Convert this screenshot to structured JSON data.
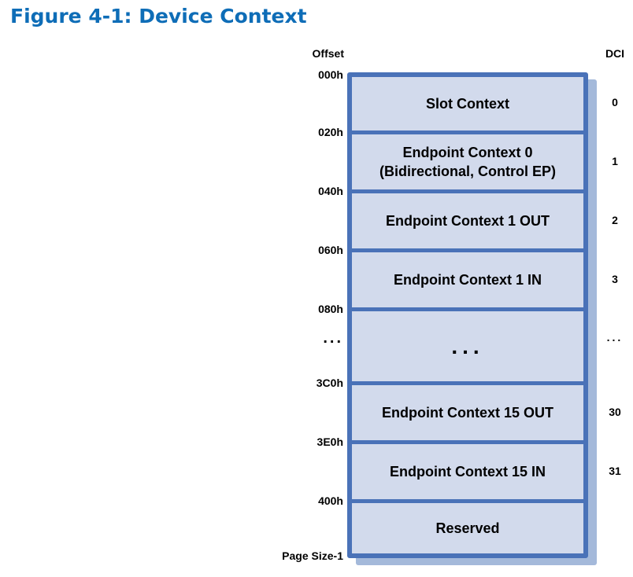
{
  "figure_title": "Figure 4-1: Device Context",
  "headers": {
    "offset": "Offset",
    "dci": "DCI"
  },
  "rows": [
    {
      "offset": "000h",
      "label": "Slot Context",
      "dci": "0"
    },
    {
      "offset": "020h",
      "label": "Endpoint Context 0\n(Bidirectional, Control EP)",
      "dci": "1"
    },
    {
      "offset": "040h",
      "label": "Endpoint Context 1 OUT",
      "dci": "2"
    },
    {
      "offset": "060h",
      "label": "Endpoint Context 1 IN",
      "dci": "3"
    },
    {
      "offset": "080h",
      "offset_ellipsis": "...",
      "label": "...",
      "dci": "..."
    },
    {
      "offset": "3C0h",
      "label": "Endpoint Context 15 OUT",
      "dci": "30"
    },
    {
      "offset": "3E0h",
      "label": "Endpoint Context 15 IN",
      "dci": "31"
    },
    {
      "offset": "400h",
      "label": "Reserved",
      "dci": ""
    }
  ],
  "bottom_offset_label": "Page Size-1",
  "colors": {
    "title": "#0e6db7",
    "border": "#4a72b8",
    "cell_fill": "#d2daec",
    "shadow": "#a4b9da",
    "text": "#000000"
  }
}
